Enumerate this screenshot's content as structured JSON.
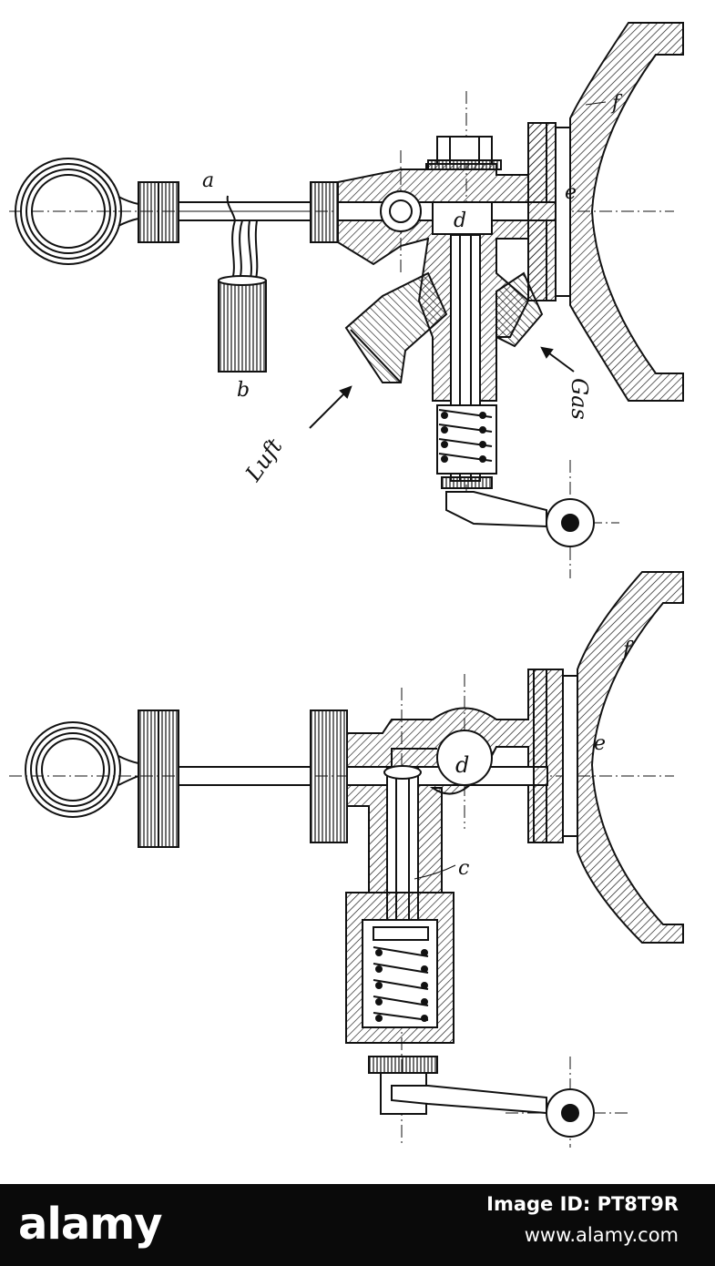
{
  "figure_labels": {
    "upper": {
      "a": "a",
      "b": "b",
      "d": "d",
      "e": "e",
      "f": "f",
      "luft": "Luft",
      "gas": "Gas"
    },
    "lower": {
      "c": "c",
      "d": "d",
      "e": "e",
      "f": "f"
    }
  },
  "watermark": {
    "logo": "alamy",
    "image_id": "Image ID: PT8T9R",
    "site": "www.alamy.com"
  },
  "colors": {
    "ink": "#111111",
    "paper": "#ffffff",
    "bar": "#0a0a0a"
  }
}
